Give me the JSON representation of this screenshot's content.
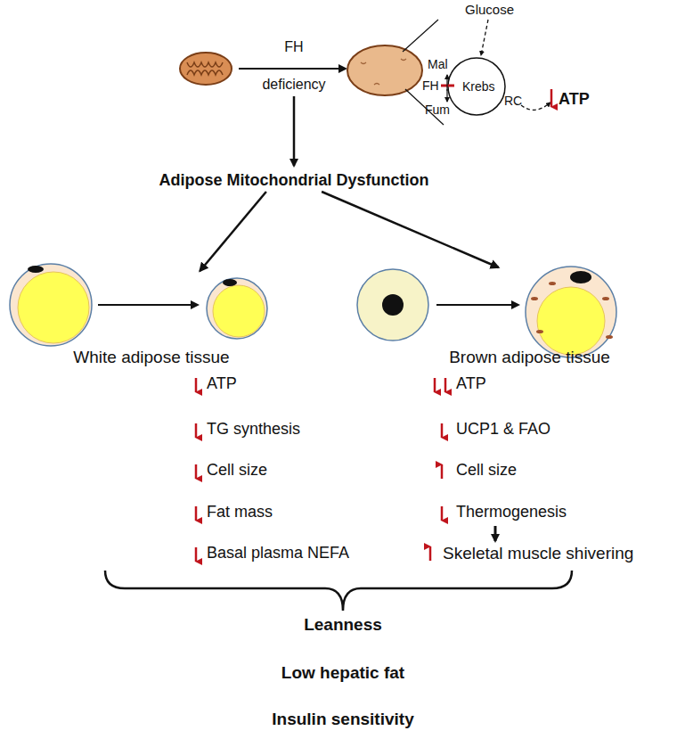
{
  "diagram": {
    "nodes": [
      {
        "text": [
          "Adipose Mitochondrial Dysfunction"
        ]
      },
      {
        "text": [
          "White adipose tissue"
        ]
      },
      {
        "text": [
          "Brown adipose tissue"
        ]
      }
    ],
    "edges": [
      {
        "from": 0,
        "to": 1,
        "arrow": "to"
      },
      {
        "from": 0,
        "to": 2,
        "arrow": "to"
      }
    ],
    "labels": [
      "Glucose",
      "Mal",
      "FH",
      "Krebs",
      "Fum",
      "RC",
      "ATP",
      "FH",
      "deficiency",
      "ATP",
      "TG synthesis",
      "Cell size",
      "Fat mass",
      "Basal plasma NEFA",
      "ATP",
      "UCP1 & FAO",
      "Cell size",
      "Thermogenesis",
      "Skeletal muscle shivering",
      "Leanness",
      "Low hepatic fat",
      "Insulin sensitivity"
    ]
  }
}
